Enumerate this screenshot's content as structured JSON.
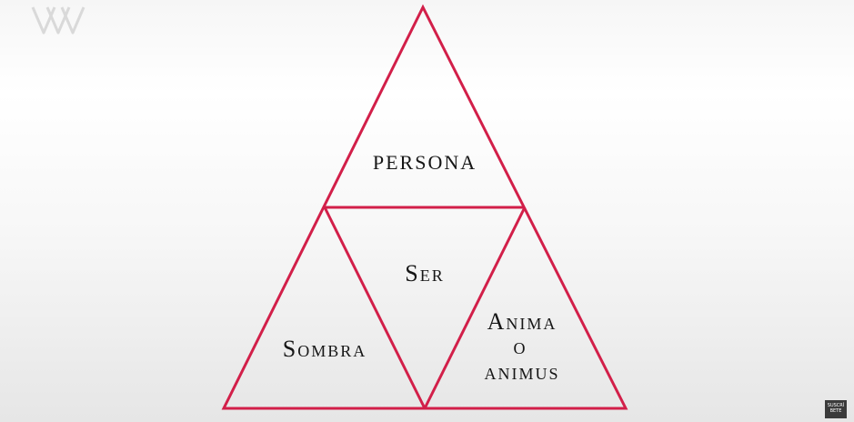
{
  "diagram": {
    "stroke_color": "#d21f49",
    "top_label": "PERSONA",
    "center_label": "Ser",
    "left_label": "Sombra",
    "right_label_lines": [
      "Anima",
      "o",
      "animus"
    ]
  },
  "watermark": {
    "icon": "channel-logo-icon",
    "subscribe_label": "SUSCRÍ BETE"
  }
}
